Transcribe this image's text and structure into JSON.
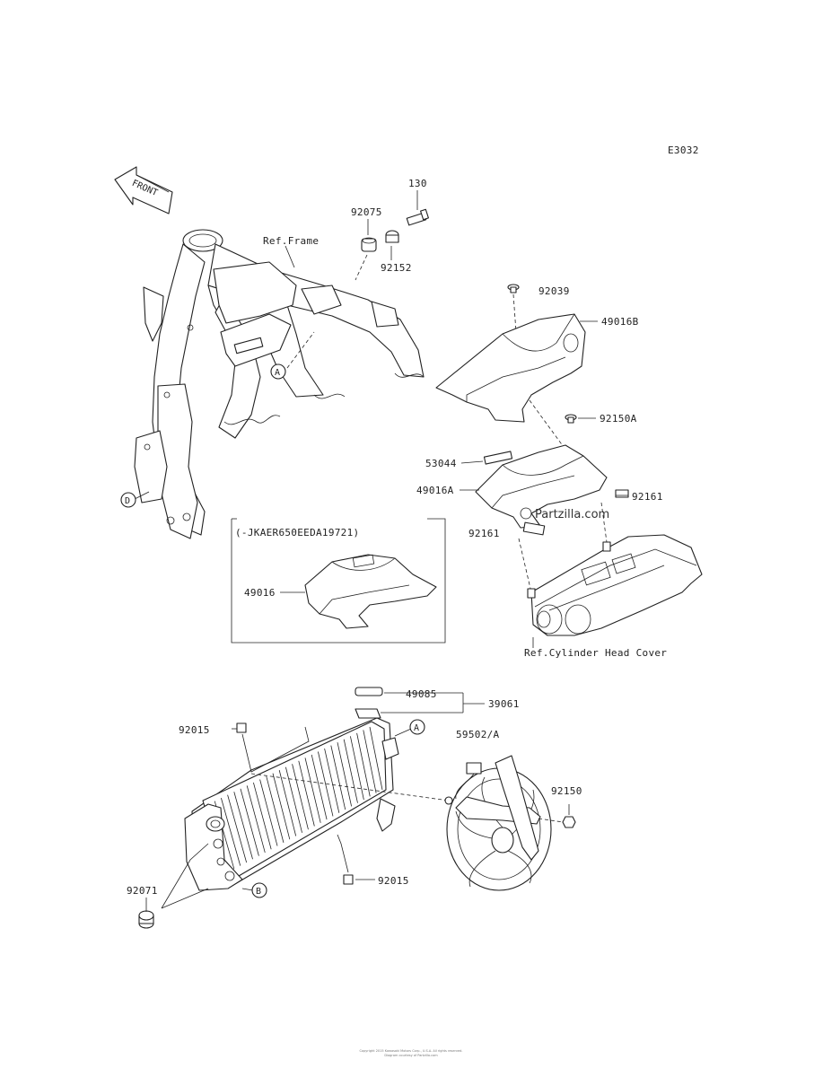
{
  "diagram_code": "E3032",
  "front_badge": "FRONT",
  "watermark": "Partzilla.com",
  "callouts": {
    "a": "A",
    "b": "B",
    "d": "D"
  },
  "labels": {
    "p130": "130",
    "p92075": "92075",
    "p92152": "92152",
    "ref_frame": "Ref.Frame",
    "p92039": "92039",
    "p49016B": "49016B",
    "p92150A": "92150A",
    "p53044": "53044",
    "p49016A": "49016A",
    "p92161_right": "92161",
    "p92161_left": "92161",
    "inset_note": "(-JKAER650EEDA19721)",
    "p49016": "49016",
    "ref_cyl_head": "Ref.Cylinder Head Cover",
    "p49085": "49085",
    "p39061": "39061",
    "p59502A": "59502/A",
    "p92015_top": "92015",
    "p92150": "92150",
    "p92015_bottom": "92015",
    "p92071": "92071"
  },
  "footer_lines": [
    "Copyright 2015 Kawasaki Motors Corp., U.S.A. All rights reserved.",
    "Diagram courtesy of Partzilla.com"
  ]
}
